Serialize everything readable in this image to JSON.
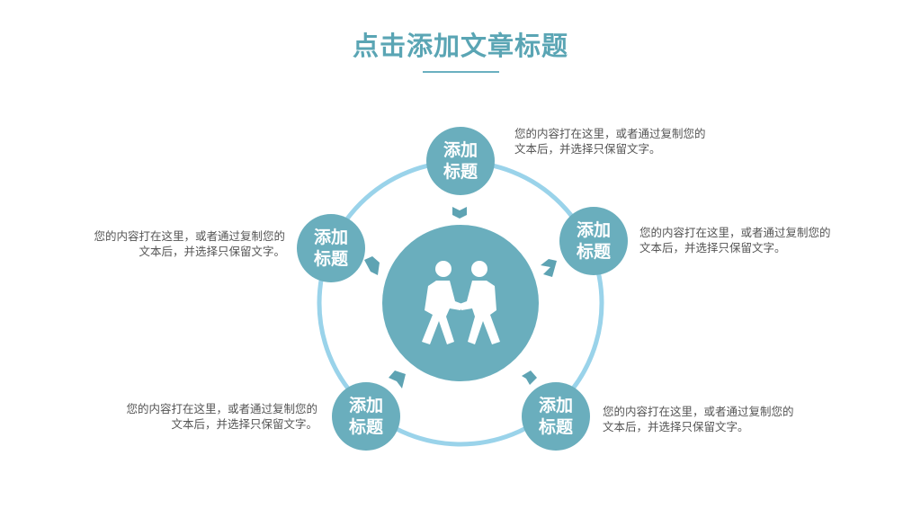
{
  "title": "点击添加文章标题",
  "colors": {
    "title": "#5aa5b4",
    "underline": "#6ab0c0",
    "ring": "#9ad3ea",
    "node": "#6aaebd",
    "center": "#6aaebd",
    "chevron": "#5ea3b3",
    "icon": "#ffffff"
  },
  "center_icon": "handshake-people-icon",
  "nodes": [
    {
      "label": "添加\n标题",
      "desc": "您的内容打在这里，或者通过复制您的\n文本后，并选择只保留文字。"
    },
    {
      "label": "添加\n标题",
      "desc": "您的内容打在这里，或者通过复制您的\n文本后，并选择只保留文字。"
    },
    {
      "label": "添加\n标题",
      "desc": "您的内容打在这里，或者通过复制您的\n文本后，并选择只保留文字。"
    },
    {
      "label": "添加\n标题",
      "desc": "您的内容打在这里，或者通过复制您的\n文本后，并选择只保留文字。"
    },
    {
      "label": "添加\n标题",
      "desc": "您的内容打在这里，或者通过复制您的\n文本后，并选择只保留文字。"
    }
  ]
}
